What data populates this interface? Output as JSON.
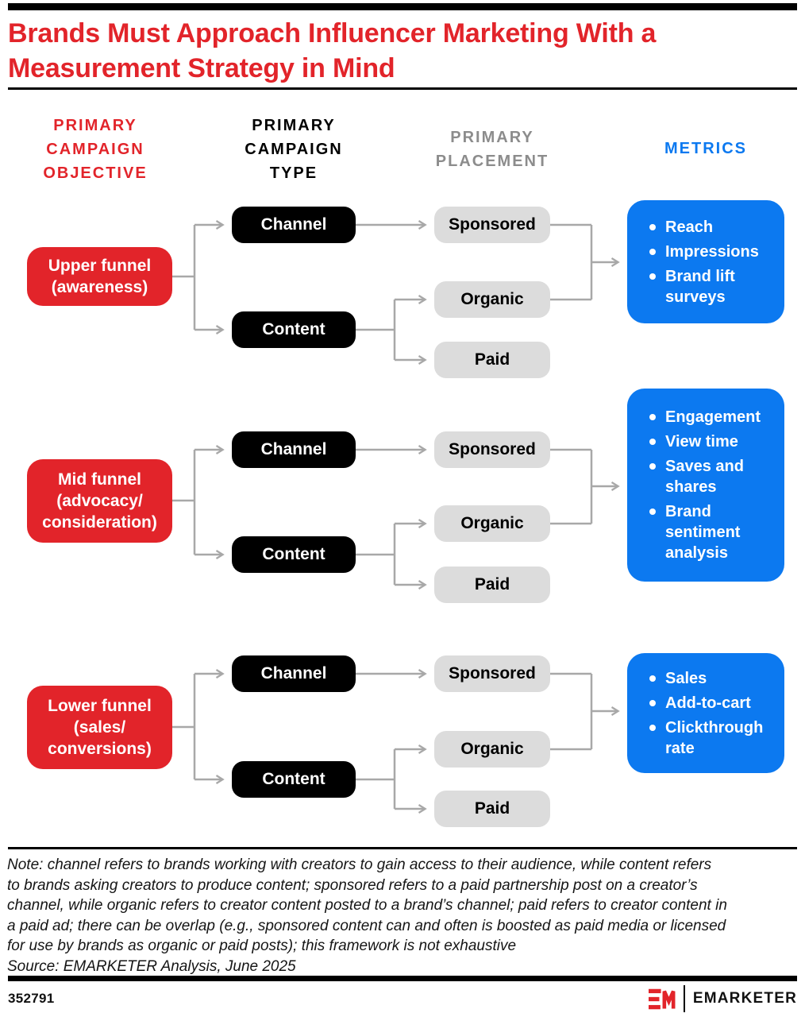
{
  "title": "Brands Must Approach Influencer Marketing With a\nMeasurement Strategy in Mind",
  "columns": [
    {
      "label": "PRIMARY\nCAMPAIGN\nOBJECTIVE"
    },
    {
      "label": "PRIMARY\nCAMPAIGN\nTYPE"
    },
    {
      "label": "PRIMARY\nPLACEMENT"
    },
    {
      "label": "METRICS"
    }
  ],
  "rows": [
    {
      "objective": "Upper funnel\n(awareness)",
      "channel": "Channel",
      "content": "Content",
      "sponsored": "Sponsored",
      "organic": "Organic",
      "paid": "Paid",
      "metrics": [
        "Reach",
        "Impressions",
        "Brand lift surveys"
      ]
    },
    {
      "objective": "Mid funnel\n(advocacy/\nconsideration)",
      "channel": "Channel",
      "content": "Content",
      "sponsored": "Sponsored",
      "organic": "Organic",
      "paid": "Paid",
      "metrics": [
        "Engagement",
        "View time",
        "Saves and shares",
        "Brand sentiment analysis"
      ]
    },
    {
      "objective": "Lower funnel\n(sales/\nconversions)",
      "channel": "Channel",
      "content": "Content",
      "sponsored": "Sponsored",
      "organic": "Organic",
      "paid": "Paid",
      "metrics": [
        "Sales",
        "Add-to-cart",
        "Clickthrough rate"
      ]
    }
  ],
  "note": "Note: channel refers to brands working with creators to gain access to their audience, while content refers\nto brands asking creators to produce content; sponsored refers to a paid partnership post on a creator’s\nchannel, while organic refers to creator content posted to a brand’s channel; paid refers to creator content in\na paid ad; there can be overlap (e.g., sponsored content can and often is boosted as paid media or licensed\nfor use by brands as organic or paid posts); this framework is not exhaustive",
  "source": "Source: EMARKETER Analysis, June 2025",
  "chart_id": "352791",
  "logo": {
    "brand": "EMARKETER"
  },
  "colors": {
    "red": "#E2242A",
    "blue": "#0C79F0",
    "black": "#000000",
    "box_gray": "#DCDCDC",
    "header_gray": "#8C8C8C",
    "connector_gray": "#A8A8A8"
  }
}
